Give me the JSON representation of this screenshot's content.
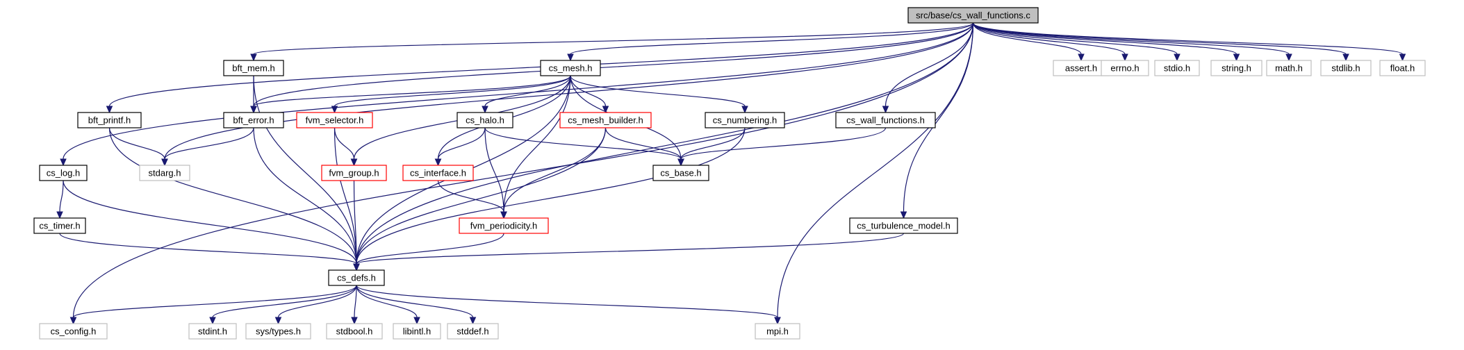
{
  "colors": {
    "edge": "#191970",
    "root_fill": "#bfbfbf",
    "root_border": "#000000",
    "documented_border": "#000000",
    "external_border": "#bfbfbf",
    "truncated_border": "#ff0000",
    "external_text": "#000000"
  },
  "nodes": [
    {
      "id": "root",
      "label": "src/base/cs_wall_functions.c",
      "kind": "root"
    },
    {
      "id": "bft_mem",
      "label": "bft_mem.h",
      "kind": "documented"
    },
    {
      "id": "cs_mesh",
      "label": "cs_mesh.h",
      "kind": "documented"
    },
    {
      "id": "assert",
      "label": "assert.h",
      "kind": "external"
    },
    {
      "id": "errno",
      "label": "errno.h",
      "kind": "external"
    },
    {
      "id": "stdio",
      "label": "stdio.h",
      "kind": "external"
    },
    {
      "id": "string",
      "label": "string.h",
      "kind": "external"
    },
    {
      "id": "math",
      "label": "math.h",
      "kind": "external"
    },
    {
      "id": "stdlib",
      "label": "stdlib.h",
      "kind": "external"
    },
    {
      "id": "float",
      "label": "float.h",
      "kind": "external"
    },
    {
      "id": "bft_printf",
      "label": "bft_printf.h",
      "kind": "documented"
    },
    {
      "id": "bft_error",
      "label": "bft_error.h",
      "kind": "documented"
    },
    {
      "id": "fvm_selector",
      "label": "fvm_selector.h",
      "kind": "truncated"
    },
    {
      "id": "cs_halo",
      "label": "cs_halo.h",
      "kind": "documented"
    },
    {
      "id": "cs_mesh_builder",
      "label": "cs_mesh_builder.h",
      "kind": "truncated"
    },
    {
      "id": "cs_numbering",
      "label": "cs_numbering.h",
      "kind": "documented"
    },
    {
      "id": "cs_wall_functions",
      "label": "cs_wall_functions.h",
      "kind": "documented"
    },
    {
      "id": "cs_log",
      "label": "cs_log.h",
      "kind": "documented"
    },
    {
      "id": "stdarg",
      "label": "stdarg.h",
      "kind": "external"
    },
    {
      "id": "fvm_group",
      "label": "fvm_group.h",
      "kind": "truncated"
    },
    {
      "id": "cs_interface",
      "label": "cs_interface.h",
      "kind": "truncated"
    },
    {
      "id": "cs_base",
      "label": "cs_base.h",
      "kind": "documented"
    },
    {
      "id": "cs_timer",
      "label": "cs_timer.h",
      "kind": "documented"
    },
    {
      "id": "fvm_periodicity",
      "label": "fvm_periodicity.h",
      "kind": "truncated"
    },
    {
      "id": "cs_turbulence_model",
      "label": "cs_turbulence_model.h",
      "kind": "documented"
    },
    {
      "id": "cs_defs",
      "label": "cs_defs.h",
      "kind": "documented"
    },
    {
      "id": "cs_config",
      "label": "cs_config.h",
      "kind": "external"
    },
    {
      "id": "stdint",
      "label": "stdint.h",
      "kind": "external"
    },
    {
      "id": "sys_types",
      "label": "sys/types.h",
      "kind": "external"
    },
    {
      "id": "stdbool",
      "label": "stdbool.h",
      "kind": "external"
    },
    {
      "id": "libintl",
      "label": "libintl.h",
      "kind": "external"
    },
    {
      "id": "stddef",
      "label": "stddef.h",
      "kind": "external"
    },
    {
      "id": "mpi",
      "label": "mpi.h",
      "kind": "external"
    }
  ],
  "edges": [
    [
      "root",
      "bft_mem"
    ],
    [
      "root",
      "cs_mesh"
    ],
    [
      "root",
      "assert"
    ],
    [
      "root",
      "errno"
    ],
    [
      "root",
      "stdio"
    ],
    [
      "root",
      "string"
    ],
    [
      "root",
      "math"
    ],
    [
      "root",
      "stdlib"
    ],
    [
      "root",
      "float"
    ],
    [
      "root",
      "bft_printf"
    ],
    [
      "root",
      "bft_error"
    ],
    [
      "root",
      "cs_log"
    ],
    [
      "root",
      "stdarg"
    ],
    [
      "root",
      "cs_config"
    ],
    [
      "root",
      "cs_wall_functions"
    ],
    [
      "root",
      "cs_turbulence_model"
    ],
    [
      "root",
      "cs_defs"
    ],
    [
      "root",
      "mpi"
    ],
    [
      "bft_mem",
      "bft_error"
    ],
    [
      "bft_mem",
      "cs_defs"
    ],
    [
      "bft_printf",
      "stdarg"
    ],
    [
      "bft_printf",
      "cs_defs"
    ],
    [
      "bft_error",
      "stdarg"
    ],
    [
      "bft_error",
      "cs_defs"
    ],
    [
      "cs_mesh",
      "bft_error"
    ],
    [
      "cs_mesh",
      "fvm_selector"
    ],
    [
      "cs_mesh",
      "fvm_group"
    ],
    [
      "cs_mesh",
      "cs_interface"
    ],
    [
      "cs_mesh",
      "cs_halo"
    ],
    [
      "cs_mesh",
      "fvm_periodicity"
    ],
    [
      "cs_mesh",
      "cs_mesh_builder"
    ],
    [
      "cs_mesh",
      "cs_numbering"
    ],
    [
      "cs_mesh",
      "cs_base"
    ],
    [
      "cs_mesh",
      "cs_defs"
    ],
    [
      "fvm_selector",
      "fvm_group"
    ],
    [
      "fvm_selector",
      "cs_defs"
    ],
    [
      "fvm_group",
      "cs_defs"
    ],
    [
      "cs_halo",
      "cs_interface"
    ],
    [
      "cs_halo",
      "fvm_periodicity"
    ],
    [
      "cs_halo",
      "cs_base"
    ],
    [
      "cs_interface",
      "fvm_periodicity"
    ],
    [
      "cs_mesh_builder",
      "cs_base"
    ],
    [
      "cs_mesh_builder",
      "fvm_periodicity"
    ],
    [
      "cs_mesh_builder",
      "cs_defs"
    ],
    [
      "cs_numbering",
      "cs_base"
    ],
    [
      "cs_numbering",
      "cs_defs"
    ],
    [
      "cs_wall_functions",
      "cs_base"
    ],
    [
      "cs_log",
      "cs_timer"
    ],
    [
      "cs_log",
      "cs_defs"
    ],
    [
      "cs_timer",
      "cs_defs"
    ],
    [
      "fvm_periodicity",
      "cs_defs"
    ],
    [
      "cs_turbulence_model",
      "cs_defs"
    ],
    [
      "cs_defs",
      "cs_config"
    ],
    [
      "cs_defs",
      "stdint"
    ],
    [
      "cs_defs",
      "sys_types"
    ],
    [
      "cs_defs",
      "stdbool"
    ],
    [
      "cs_defs",
      "libintl"
    ],
    [
      "cs_defs",
      "stddef"
    ],
    [
      "cs_defs",
      "mpi"
    ]
  ]
}
